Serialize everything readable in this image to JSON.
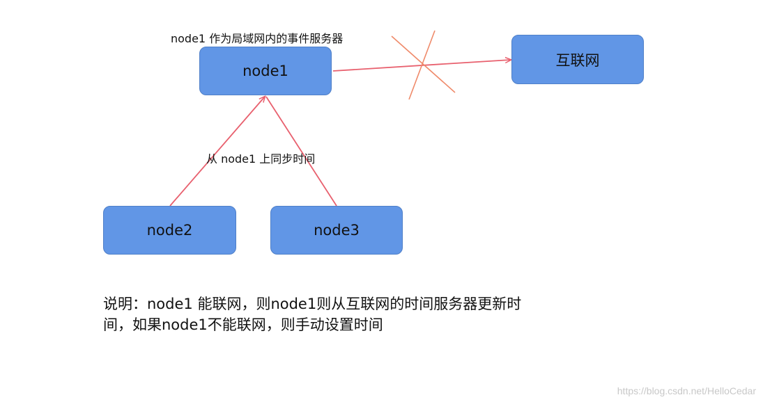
{
  "nodes": {
    "node1": "node1",
    "node2": "node2",
    "node3": "node3",
    "internet": "互联网"
  },
  "labels": {
    "node1_caption": "node1 作为局域网内的事件服务器",
    "sync": "从 node1 上同步时间"
  },
  "explanation": {
    "line1": "说明：node1 能联网，则node1则从互联网的时间服务器更新时",
    "line2": "间，如果node1不能联网，则手动设置时间"
  },
  "watermark": "https://blog.csdn.net/HelloCedar",
  "colors": {
    "node_fill": "#6196e6",
    "arrow": "#e8606e",
    "cross": "#ef8a6a"
  }
}
